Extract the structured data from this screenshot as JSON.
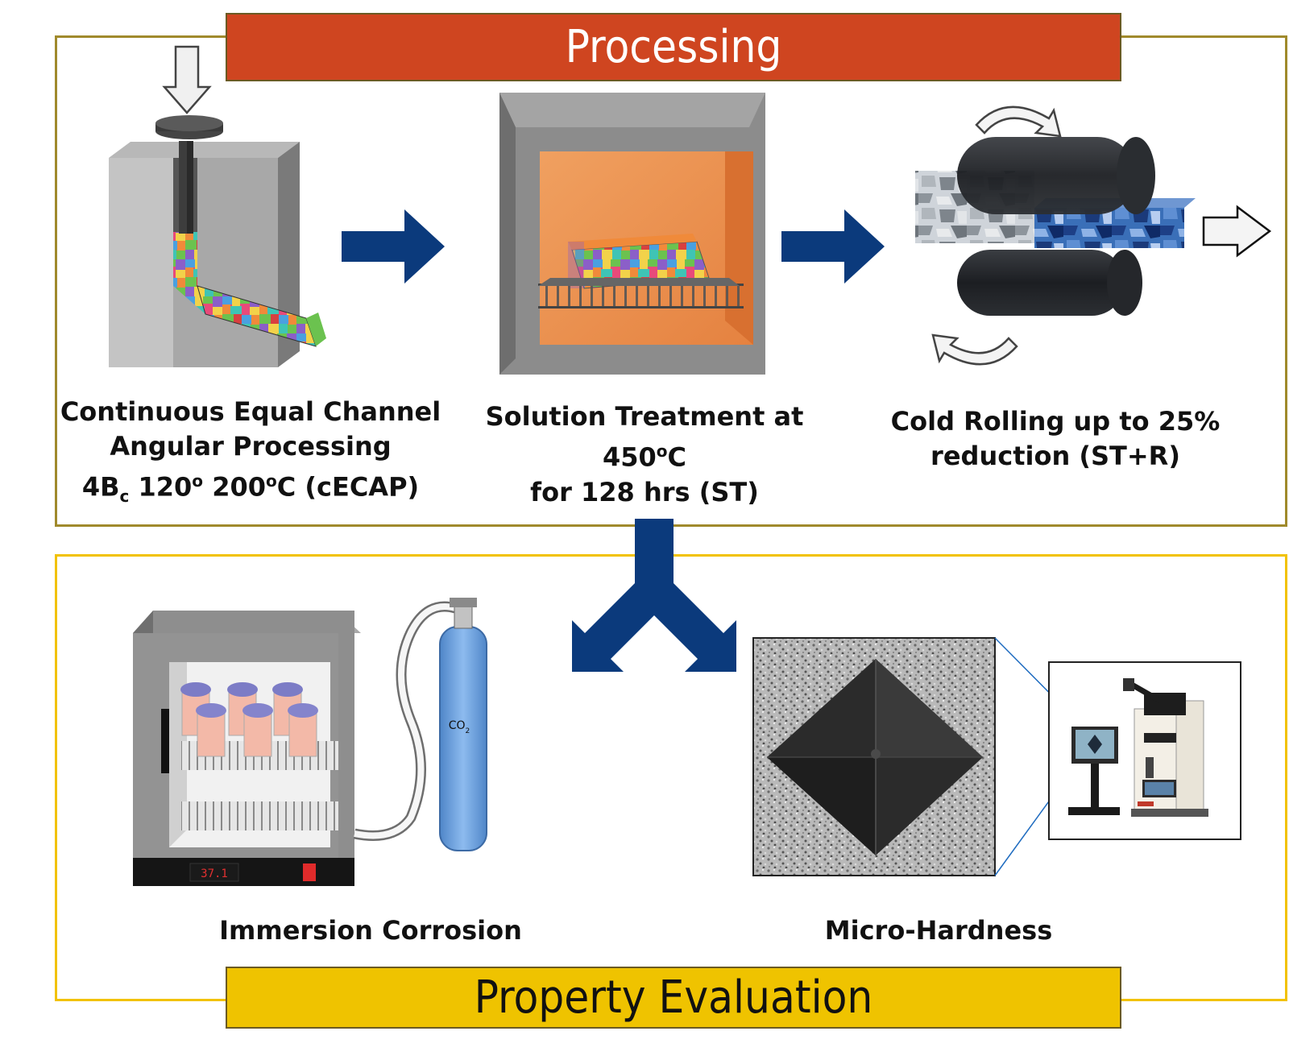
{
  "processing": {
    "banner": "Processing",
    "step1": {
      "line1": "Continuous Equal Channel",
      "line2": "Angular Processing",
      "line3_a": "4B",
      "line3_sub": "c",
      "line3_b": " 120",
      "line3_sup1": "o",
      "line3_c": " 200",
      "line3_sup2": "o",
      "line3_d": "C (cECAP)"
    },
    "step2": {
      "line1": "Solution Treatment at",
      "line2_a": "450",
      "line2_sup": "o",
      "line2_b": "C",
      "line3": "for 128 hrs (ST)"
    },
    "step3": {
      "line1": "Cold Rolling up to 25%",
      "line2": "reduction (ST+R)"
    }
  },
  "evaluation": {
    "banner": "Property Evaluation",
    "corrosion_label": "Immersion Corrosion",
    "hardness_label": "Micro-Hardness",
    "incubator_display": "37.1",
    "gas_label_main": "CO",
    "gas_label_sub": "2"
  },
  "colors": {
    "processing_banner": "#cf4520",
    "evaluation_banner": "#efc300",
    "arrow": "#0b3a7c"
  }
}
